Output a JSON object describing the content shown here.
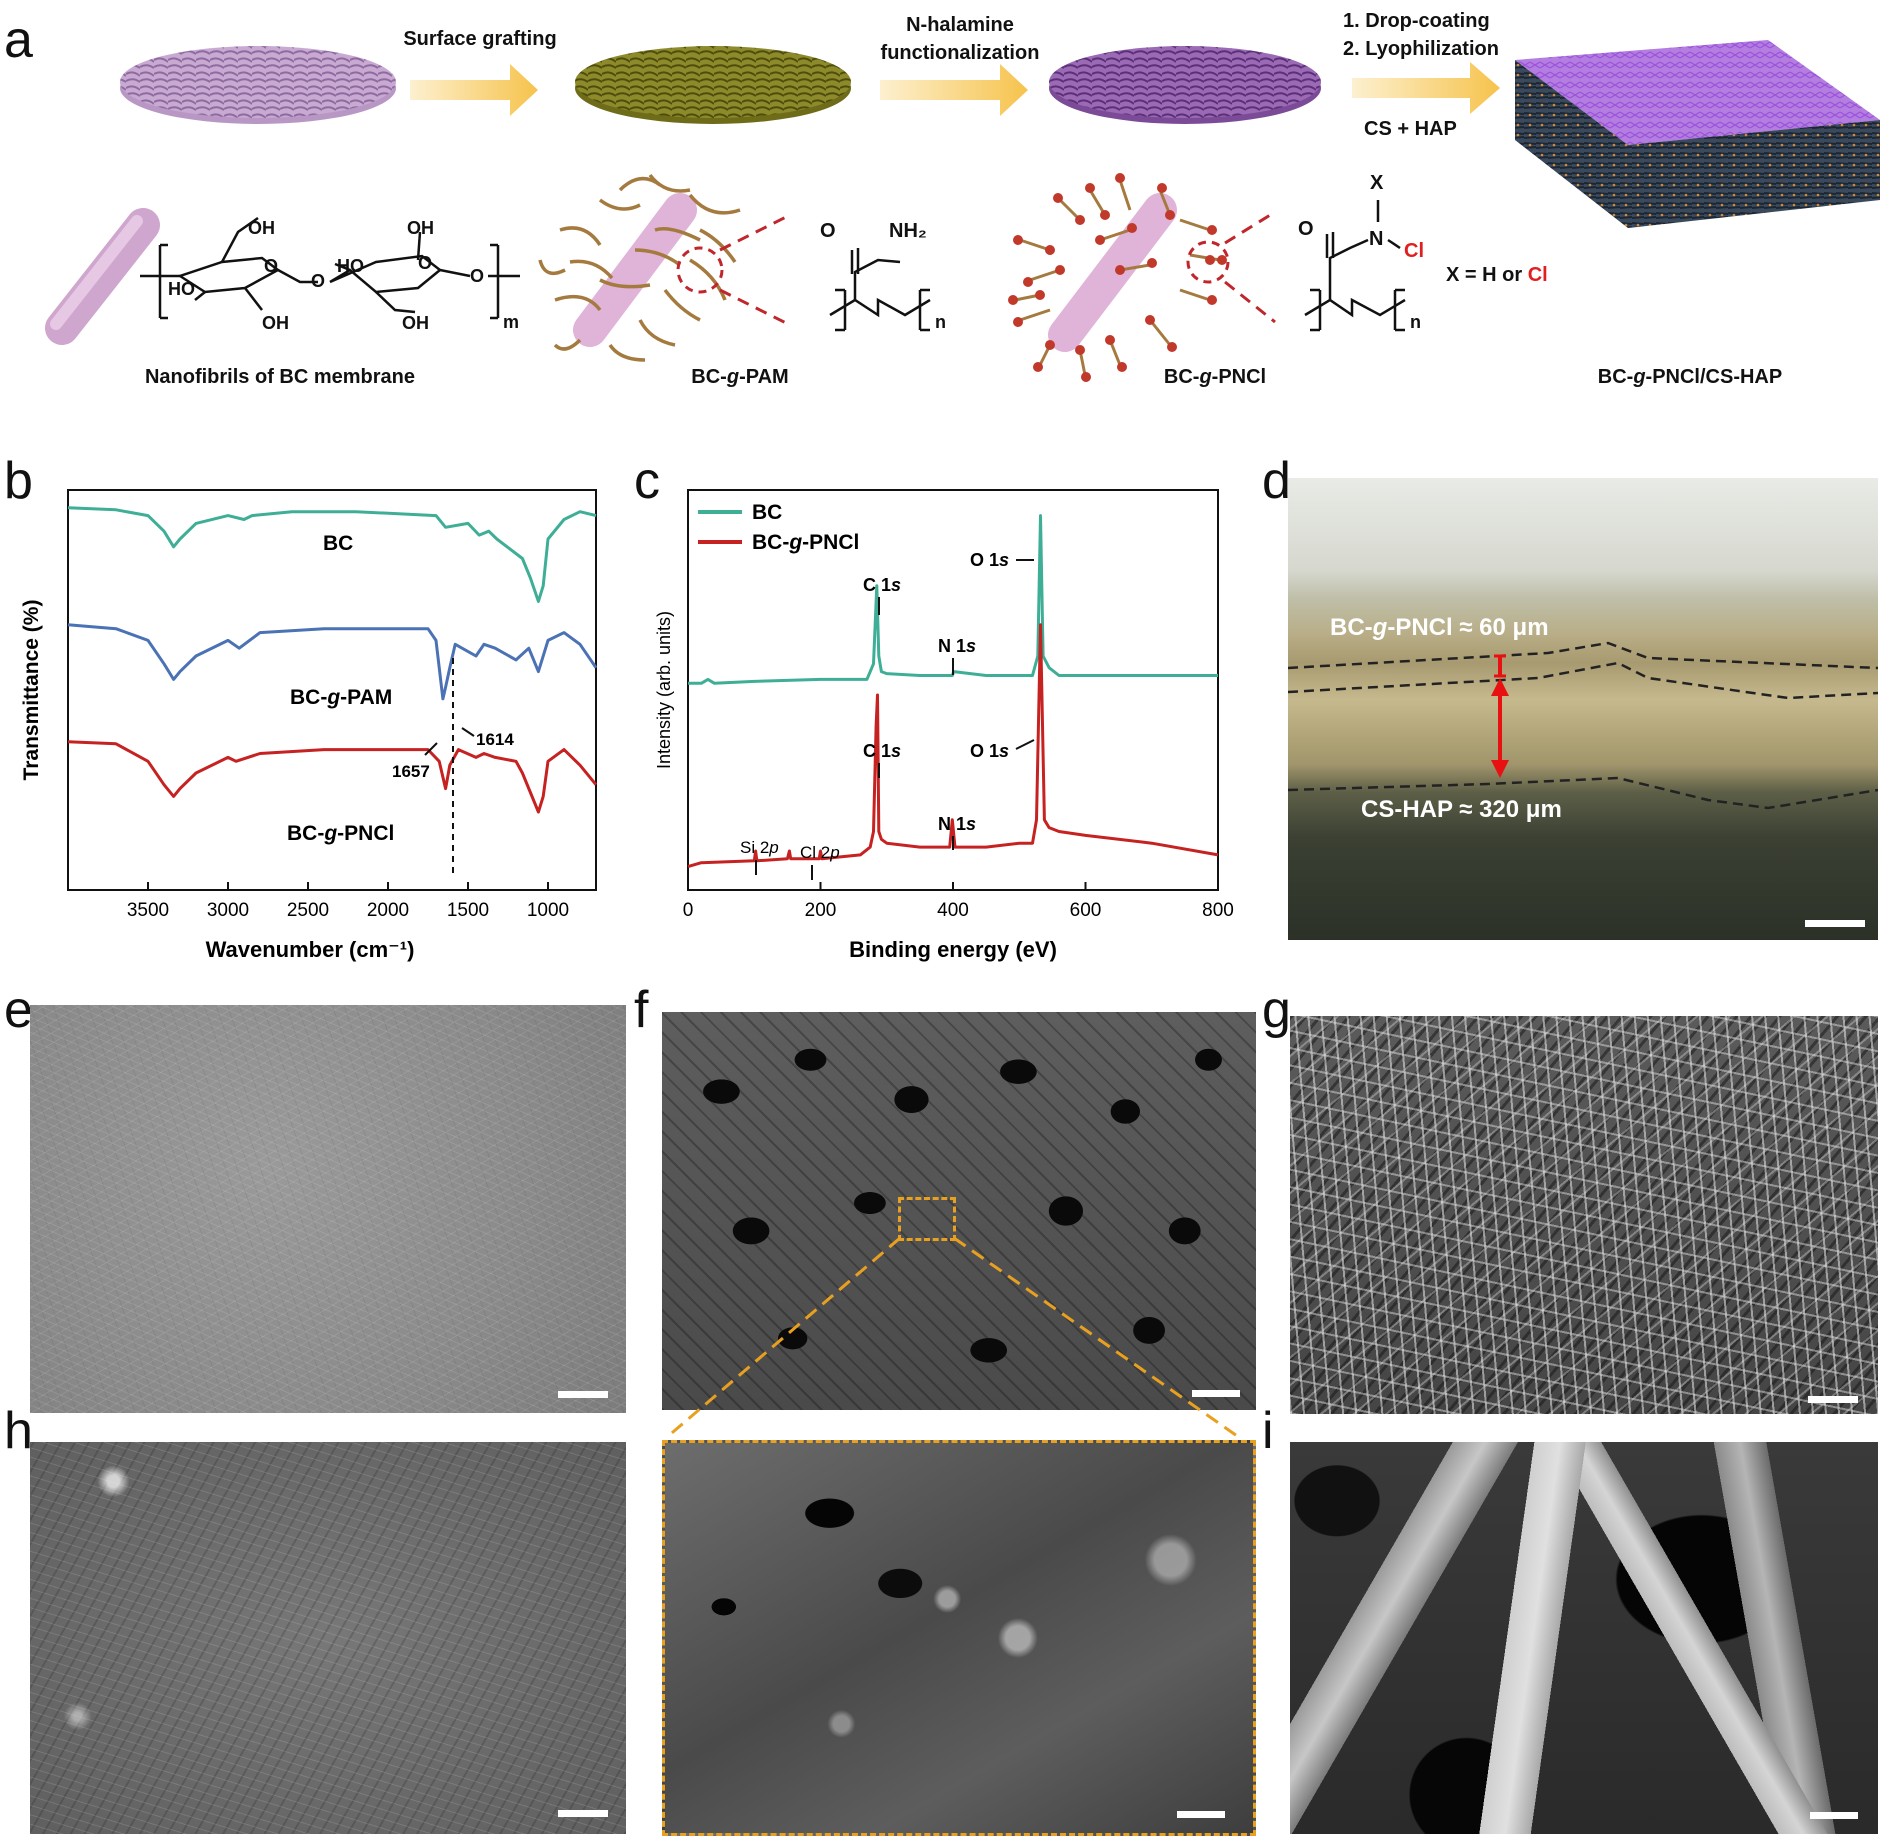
{
  "panels": {
    "a": "a",
    "b": "b",
    "c": "c",
    "d": "d",
    "e": "e",
    "f": "f",
    "g": "g",
    "h": "h",
    "i": "i"
  },
  "schematic": {
    "step1": "Surface grafting",
    "step2_line1": "N-halamine",
    "step2_line2": "functionalization",
    "step3_line1": "1. Drop-coating",
    "step3_line2": "2. Lyophilization",
    "step3_reagents": "CS + HAP",
    "caption_bc": "Nanofibrils of BC membrane",
    "caption_pam_a": "BC-",
    "caption_pam_g": "g",
    "caption_pam_b": "-PAM",
    "caption_pncl_a": "BC-",
    "caption_pncl_g": "g",
    "caption_pncl_b": "-PNCl",
    "caption_final_a": "BC-",
    "caption_final_g": "g",
    "caption_final_b": "-PNCl/CS-HAP",
    "chem": {
      "oh1": "OH",
      "oh2": "OH",
      "ho1": "HO",
      "ho2": "HO",
      "oh3": "OH",
      "oh4": "OH",
      "o1": "O",
      "o2": "O",
      "o3": "O",
      "o4": "O",
      "m": "m",
      "o_pam": "O",
      "nh2": "NH₂",
      "n_pam": "n",
      "x_top": "X",
      "o_pncl": "O",
      "n_pncl": "N",
      "cl": "Cl",
      "n_sub": "n",
      "x_eq": "X = H or ",
      "x_eq_cl": "Cl"
    }
  },
  "colors": {
    "bc_series": "#3fae97",
    "pam_series": "#4a72b4",
    "pncl_series": "#c62222",
    "cl_red": "#e02020",
    "arrow_fill": "#f6c860",
    "frame_orange": "#e8a020"
  },
  "chart_data": [
    {
      "type": "line",
      "panel": "b",
      "xlabel": "Wavenumber (cm⁻¹)",
      "ylabel": "Transmittance (%)",
      "xlim": [
        4000,
        700
      ],
      "x_ticks": [
        3500,
        3000,
        2500,
        2000,
        1500,
        1000
      ],
      "series": [
        {
          "name": "BC",
          "x": [
            4000,
            3700,
            3500,
            3400,
            3340,
            3300,
            3200,
            3000,
            2900,
            2850,
            2600,
            2200,
            1700,
            1640,
            1500,
            1430,
            1370,
            1320,
            1160,
            1110,
            1060,
            1030,
            1000,
            900,
            800,
            700
          ],
          "y": [
            98,
            97.5,
            96,
            92,
            88,
            90,
            94,
            96,
            95,
            96,
            97,
            97,
            96,
            93,
            94,
            91,
            92,
            90,
            85,
            80,
            74,
            78,
            90,
            95,
            97,
            96
          ]
        },
        {
          "name": "BC-g-PAM",
          "x": [
            4000,
            3700,
            3500,
            3400,
            3340,
            3300,
            3200,
            3000,
            2930,
            2800,
            2400,
            2000,
            1750,
            1700,
            1657,
            1640,
            1614,
            1580,
            1450,
            1400,
            1330,
            1200,
            1120,
            1060,
            1000,
            900,
            800,
            700
          ],
          "y": [
            68,
            67,
            64,
            58,
            54,
            56,
            60,
            64,
            62,
            66,
            67,
            67,
            67,
            64,
            49,
            52,
            57,
            63,
            60,
            63,
            62,
            59,
            62,
            56,
            64,
            66,
            63,
            57
          ]
        },
        {
          "name": "BC-g-PNCl",
          "x": [
            4000,
            3700,
            3500,
            3400,
            3340,
            3300,
            3200,
            3000,
            2950,
            2800,
            2400,
            2000,
            1750,
            1680,
            1640,
            1614,
            1560,
            1450,
            1400,
            1330,
            1200,
            1160,
            1110,
            1060,
            1030,
            1000,
            900,
            800,
            700
          ],
          "y": [
            38,
            37.5,
            33,
            27,
            24,
            26,
            30,
            34,
            33,
            35,
            36,
            36,
            36,
            33,
            26,
            32,
            36,
            34,
            35,
            34,
            33,
            30,
            25,
            20,
            24,
            33,
            36,
            32,
            27
          ]
        }
      ],
      "annotations": {
        "bc": "BC",
        "pam_a": "BC-",
        "pam_g": "g",
        "pam_b": "-PAM",
        "pncl_a": "BC-",
        "pncl_g": "g",
        "pncl_b": "-PNCl",
        "p1657": "1657",
        "p1614": "1614"
      }
    },
    {
      "type": "line",
      "panel": "c",
      "xlabel": "Binding energy (eV)",
      "ylabel": "Intensity (arb. units)",
      "xlim": [
        0,
        800
      ],
      "x_ticks": [
        0,
        200,
        400,
        600,
        800
      ],
      "series": [
        {
          "name": "BC",
          "x": [
            0,
            20,
            30,
            40,
            100,
            200,
            270,
            280,
            285,
            288,
            292,
            300,
            350,
            399,
            401,
            450,
            520,
            528,
            532,
            536,
            545,
            560,
            600,
            700,
            800
          ],
          "y": [
            53,
            53,
            54,
            53,
            53.5,
            54,
            54,
            58,
            78,
            60,
            56,
            55.5,
            55,
            55,
            56,
            55,
            55,
            60,
            96,
            60,
            57,
            55,
            55,
            55,
            55
          ]
        },
        {
          "name": "BC-g-PNCl",
          "x": [
            0,
            20,
            100,
            102,
            104,
            150,
            153,
            155,
            198,
            200,
            202,
            260,
            275,
            280,
            284,
            286,
            288,
            292,
            300,
            350,
            395,
            399,
            403,
            450,
            500,
            520,
            526,
            532,
            538,
            545,
            560,
            600,
            700,
            800
          ],
          "y": [
            6,
            7,
            7.5,
            10,
            7.5,
            8,
            10,
            8,
            8,
            10,
            8,
            9,
            11,
            15,
            42,
            50,
            15,
            13,
            12,
            11,
            11,
            18,
            11,
            11,
            12,
            12,
            18,
            68,
            18,
            16,
            15,
            14,
            12,
            9
          ]
        }
      ],
      "legend": {
        "bc": "BC",
        "pncl_a": "BC-",
        "pncl_g": "g",
        "pncl_b": "-PNCl"
      },
      "annotations": {
        "o1s_top_a": "O 1",
        "o1s_top_s": "s",
        "c1s_top_a": "C 1",
        "c1s_top_s": "s",
        "n1s_top_a": "N 1",
        "n1s_top_s": "s",
        "c1s_bot_a": "C 1",
        "c1s_bot_s": "s",
        "o1s_bot_a": "O 1",
        "o1s_bot_s": "s",
        "n1s_bot_a": "N 1",
        "n1s_bot_s": "s",
        "si2p_a": "Si 2",
        "si2p_p": "p",
        "cl2p_a": "Cl 2",
        "cl2p_p": "p"
      }
    }
  ],
  "panel_d": {
    "top_layer_a": "BC-",
    "top_layer_g": "g",
    "top_layer_b": "-PNCl ≈ 60 μm",
    "bottom_layer": "CS-HAP ≈ 320 μm"
  }
}
